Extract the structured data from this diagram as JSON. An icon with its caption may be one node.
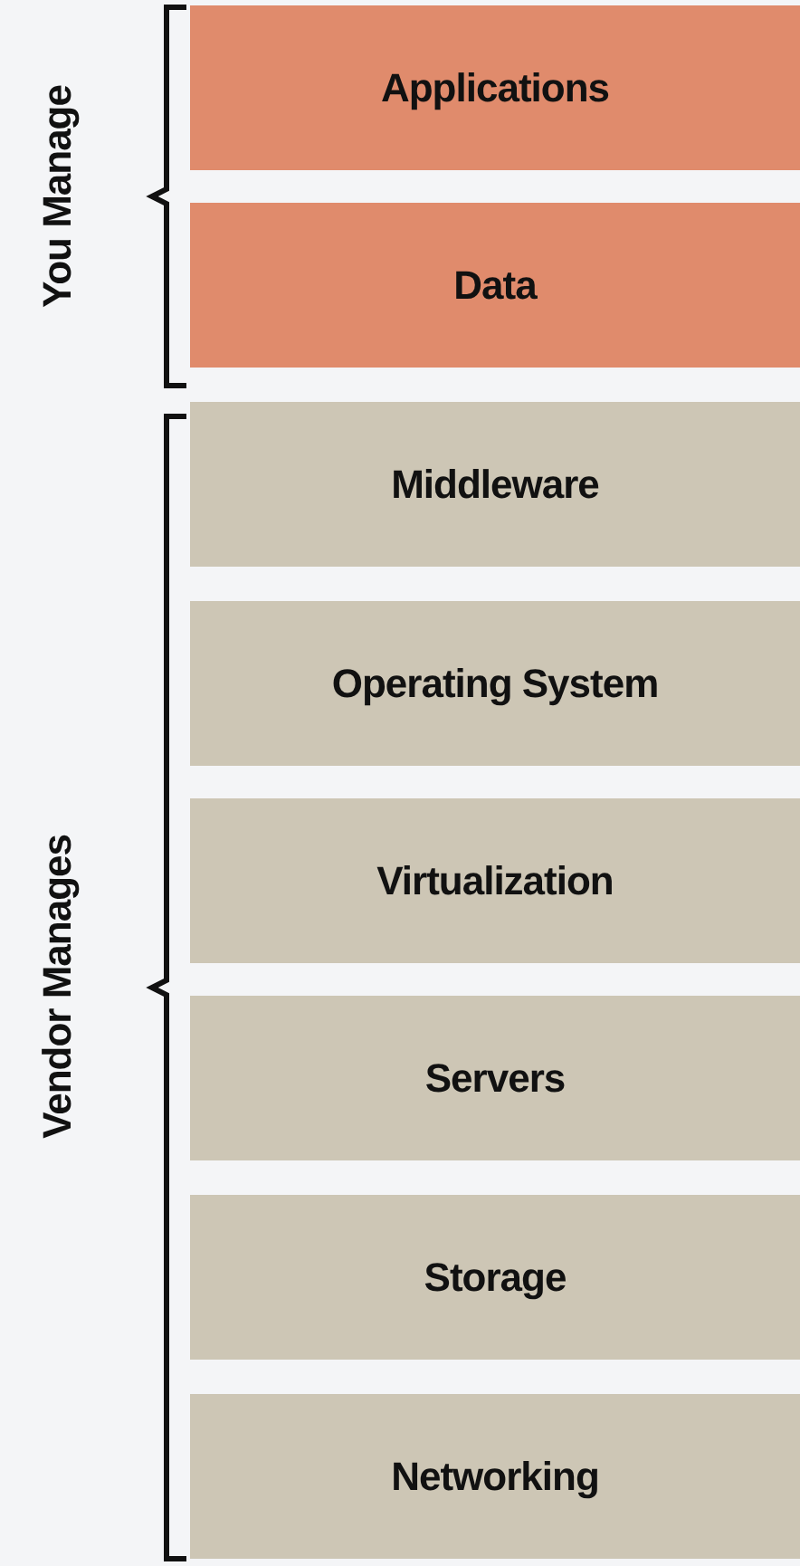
{
  "diagram": {
    "nodes": [
      {
        "text": [
          "Applications"
        ]
      },
      {
        "text": [
          "Data"
        ]
      },
      {
        "text": [
          "Middleware"
        ]
      },
      {
        "text": [
          "Operating System"
        ]
      },
      {
        "text": [
          "Virtualization"
        ]
      },
      {
        "text": [
          "Servers"
        ]
      },
      {
        "text": [
          "Storage"
        ]
      },
      {
        "text": [
          "Networking"
        ]
      }
    ],
    "edges": [],
    "labels": [
      "You Manage",
      "Vendor Manages"
    ]
  }
}
